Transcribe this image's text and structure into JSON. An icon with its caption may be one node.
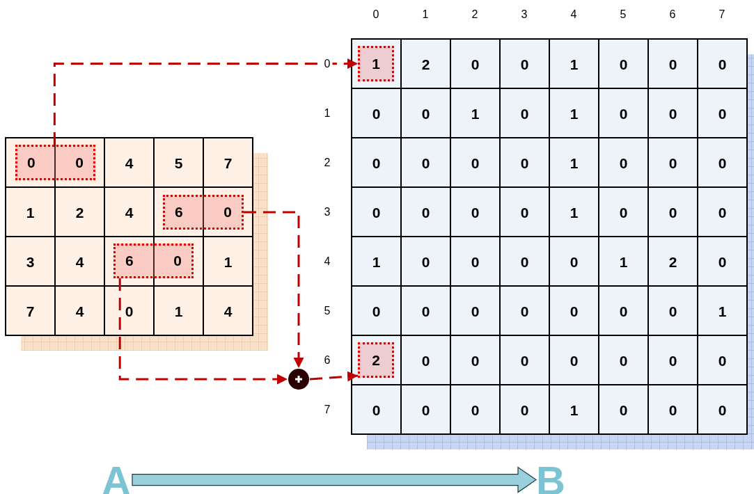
{
  "diagram": {
    "nodes": [
      {
        "text": [
          "0",
          "0"
        ]
      },
      {
        "text": [
          "6",
          "0"
        ]
      },
      {
        "text": [
          "6",
          "0"
        ]
      },
      {
        "text": [
          "1"
        ]
      },
      {
        "text": [],
        "shape": "circle"
      },
      {
        "text": [
          "2"
        ]
      },
      {
        "text": [
          "A"
        ]
      },
      {
        "text": [
          "B"
        ]
      }
    ],
    "edges": [
      {
        "from": 0,
        "to": 3,
        "arrow": "to",
        "style": "dashed",
        "color": "#c00000"
      },
      {
        "from": 1,
        "to": 4,
        "arrow": "to",
        "style": "dashed",
        "color": "#c00000"
      },
      {
        "from": 2,
        "to": 4,
        "arrow": "to",
        "style": "dashed",
        "color": "#c00000"
      },
      {
        "from": 4,
        "to": 5,
        "arrow": "to",
        "style": "dashed",
        "color": "#c00000"
      },
      {
        "from": 6,
        "to": 7,
        "arrow": "to",
        "style": "thick",
        "color": "#9ad0dc"
      }
    ],
    "labels": [
      "0",
      "1",
      "2",
      "3",
      "4",
      "5",
      "6",
      "7",
      "0",
      "1",
      "2",
      "3",
      "4",
      "5",
      "6",
      "7",
      "4",
      "5",
      "7",
      "1",
      "2",
      "4",
      "3",
      "4",
      "1",
      "7",
      "4",
      "0",
      "1",
      "4",
      "2",
      "0",
      "0",
      "1",
      "0",
      "0",
      "0",
      "0",
      "0",
      "1",
      "0",
      "1",
      "0",
      "0",
      "0",
      "0",
      "0",
      "0",
      "0",
      "1",
      "0",
      "0",
      "0",
      "0",
      "0",
      "0",
      "0",
      "1",
      "0",
      "0",
      "0",
      "1",
      "0",
      "0",
      "0",
      "0",
      "1",
      "2",
      "0",
      "0",
      "0",
      "0",
      "0",
      "0",
      "0",
      "0",
      "1",
      "0",
      "0",
      "0",
      "0",
      "0",
      "0",
      "0",
      "0",
      "0",
      "0",
      "0",
      "1",
      "0",
      "0",
      "0"
    ]
  }
}
